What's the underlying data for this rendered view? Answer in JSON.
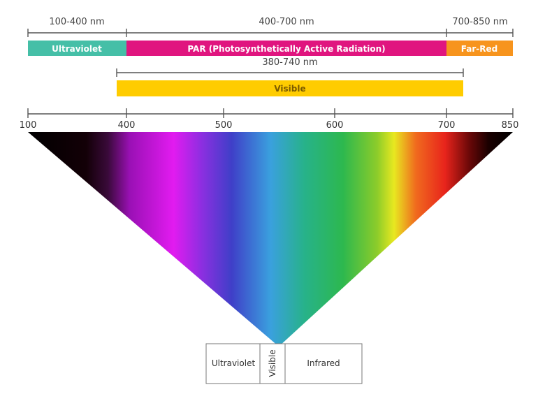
{
  "ranges": {
    "uv": {
      "span": "100-400 nm",
      "name": "Ultraviolet",
      "color": "#45bfa7"
    },
    "par": {
      "span": "400-700 nm",
      "name": "PAR (Photosynthetically Active Radiation)",
      "color": "#e0157f"
    },
    "farred": {
      "span": "700-850 nm",
      "name": "Far-Red",
      "color": "#f7941d"
    },
    "visible": {
      "span": "380-740 nm",
      "name": "Visible",
      "color": "#ffcc00"
    }
  },
  "axis": {
    "min": 100,
    "max": 850,
    "ticks": [
      "100",
      "400",
      "500",
      "600",
      "700",
      "850"
    ]
  },
  "regions": {
    "ultraviolet": "Ultraviolet",
    "visible": "Visible",
    "infrared": "Infrared"
  },
  "colors": {
    "bracket": "#555555",
    "label_text": "#444444",
    "box_border": "#777777"
  }
}
